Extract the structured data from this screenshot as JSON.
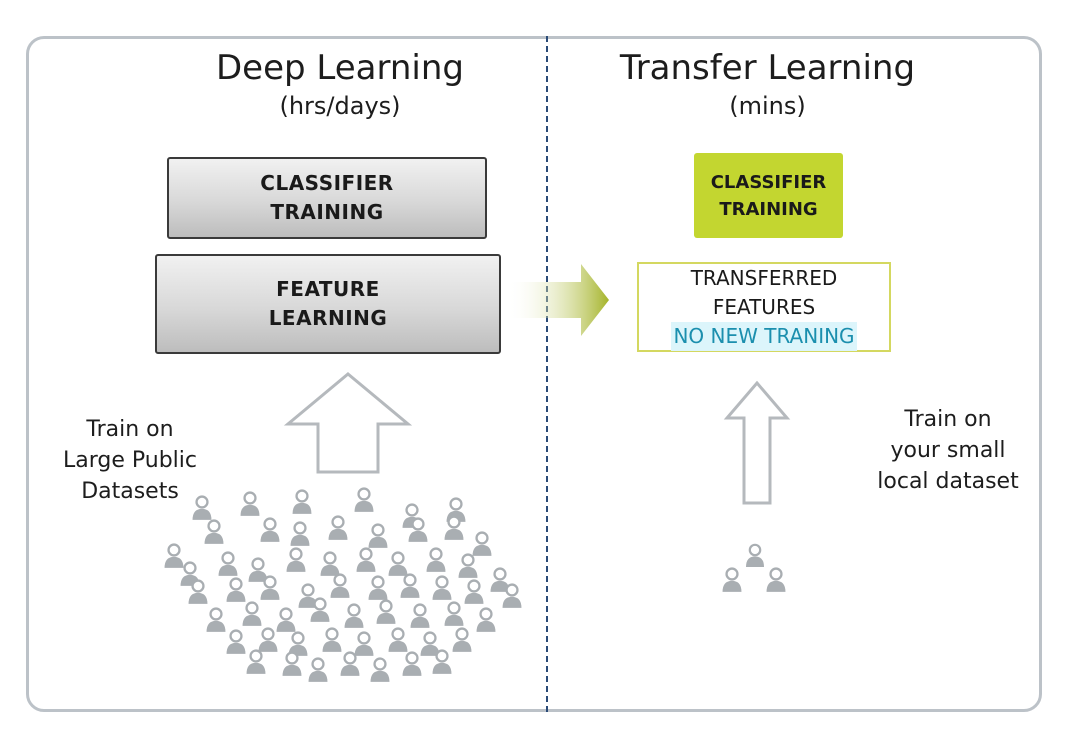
{
  "left": {
    "title": "Deep Learning",
    "subtitle": "(hrs/days)",
    "classifier_lines": [
      "CLASSIFIER",
      "TRAINING"
    ],
    "feature_lines": [
      "FEATURE",
      "LEARNING"
    ],
    "caption_lines": [
      "Train on",
      "Large Public",
      "Datasets"
    ]
  },
  "right": {
    "title": "Transfer Learning",
    "subtitle": "(mins)",
    "classifier_lines": [
      "CLASSIFIER",
      "TRAINING"
    ],
    "transferred_lines": [
      "TRANSFERRED",
      "FEATURES"
    ],
    "highlight": "NO NEW TRANING",
    "caption_lines": [
      "Train on",
      "your small",
      "local dataset"
    ]
  },
  "colors": {
    "accent_green": "#c3d630",
    "divider": "#2a4a77",
    "highlight_text": "#1b8fae",
    "people_icons": "#a9aeb2"
  },
  "icons": {
    "large_crowd": "people-crowd-icon",
    "small_group": "people-group-icon",
    "arrow": "arrow-icon"
  }
}
